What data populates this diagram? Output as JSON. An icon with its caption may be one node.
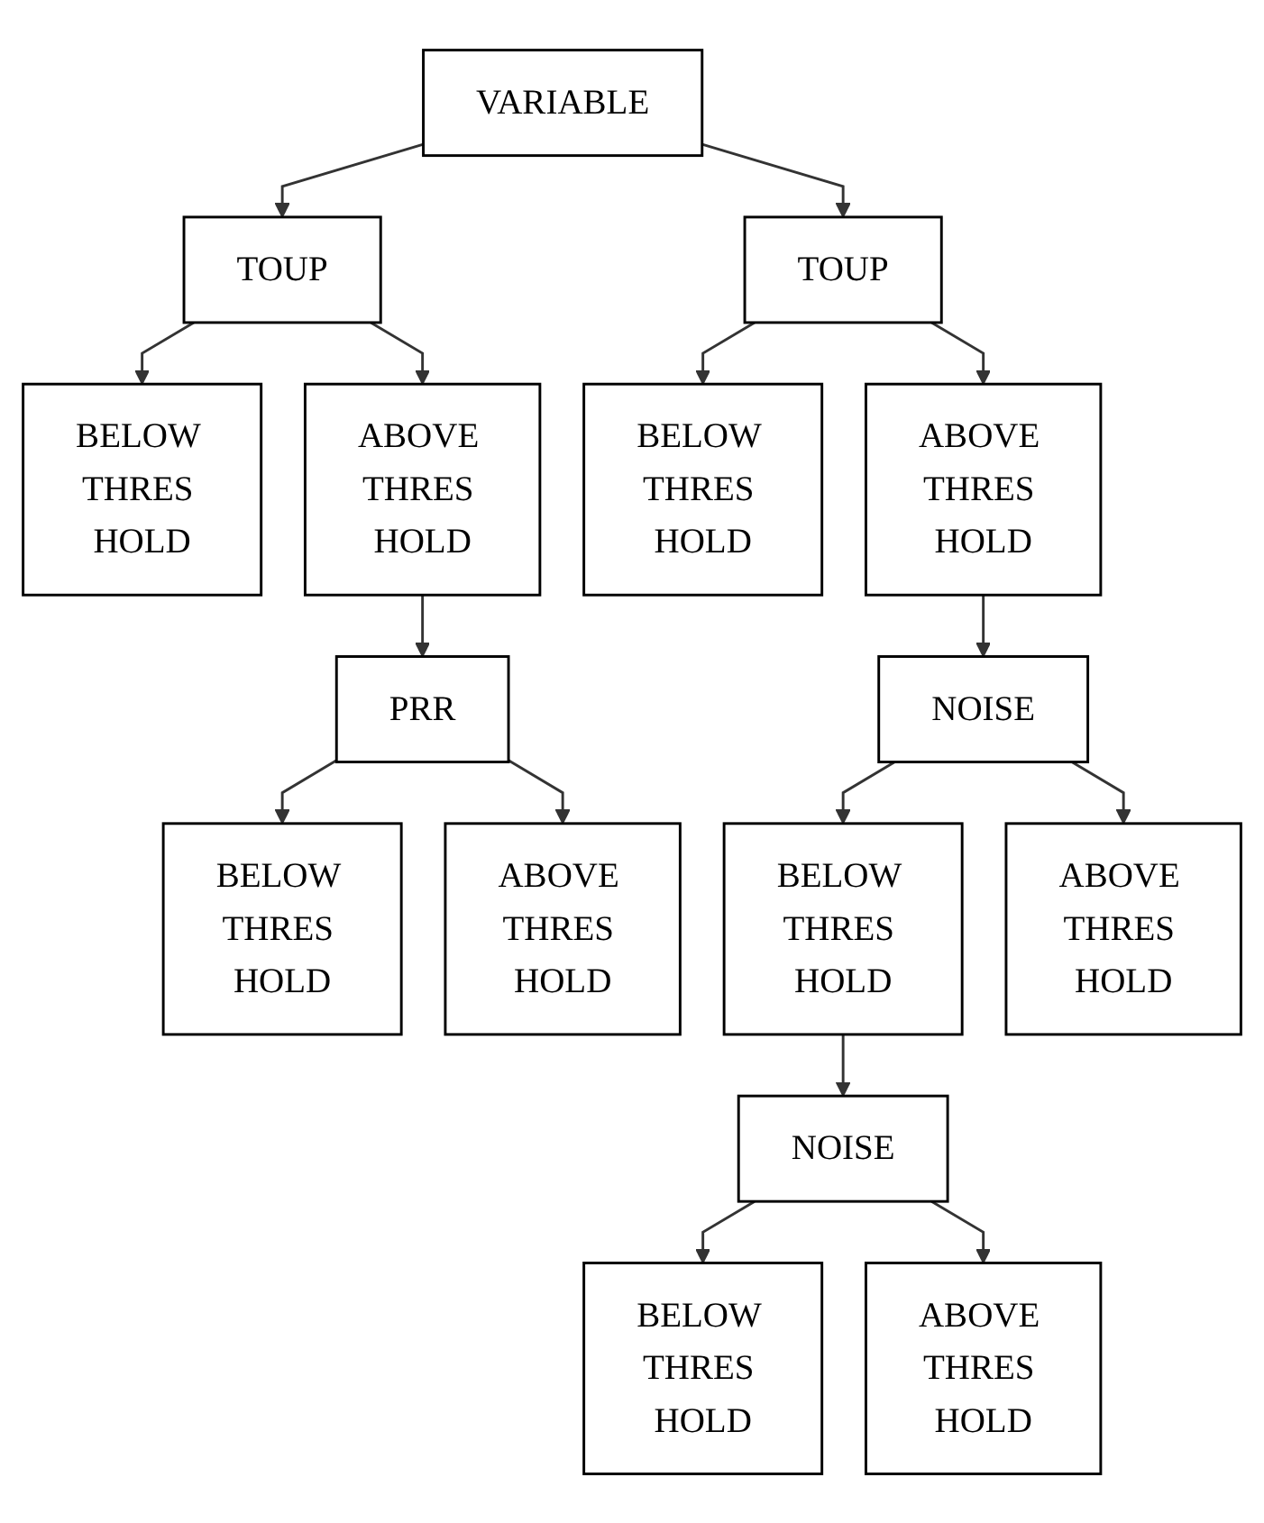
{
  "diagram": {
    "nodes": [
      {
        "text": [
          "VARIABLE"
        ]
      },
      {
        "text": [
          "TOUP"
        ]
      },
      {
        "text": [
          "TOUP"
        ]
      },
      {
        "text": [
          "BELOW THRES HOLD"
        ]
      },
      {
        "text": [
          "ABOVE THRES HOLD"
        ]
      },
      {
        "text": [
          "BELOW THRES HOLD"
        ]
      },
      {
        "text": [
          "ABOVE THRES HOLD"
        ]
      },
      {
        "text": [
          "PRR"
        ]
      },
      {
        "text": [
          "NOISE"
        ]
      },
      {
        "text": [
          "BELOW THRES HOLD"
        ]
      },
      {
        "text": [
          "ABOVE THRES HOLD"
        ]
      },
      {
        "text": [
          "BELOW THRES HOLD"
        ]
      },
      {
        "text": [
          "ABOVE THRES HOLD"
        ]
      },
      {
        "text": [
          "NOISE"
        ]
      },
      {
        "text": [
          "BELOW THRES HOLD"
        ]
      },
      {
        "text": [
          "ABOVE THRES HOLD"
        ]
      }
    ],
    "edges": [
      {
        "from": 0,
        "to": 1,
        "arrow": "to"
      },
      {
        "from": 0,
        "to": 2,
        "arrow": "to"
      },
      {
        "from": 1,
        "to": 3,
        "arrow": "to"
      },
      {
        "from": 1,
        "to": 4,
        "arrow": "to"
      },
      {
        "from": 2,
        "to": 5,
        "arrow": "to"
      },
      {
        "from": 2,
        "to": 6,
        "arrow": "to"
      },
      {
        "from": 4,
        "to": 7,
        "arrow": "to"
      },
      {
        "from": 6,
        "to": 8,
        "arrow": "to"
      },
      {
        "from": 7,
        "to": 9,
        "arrow": "to"
      },
      {
        "from": 7,
        "to": 10,
        "arrow": "to"
      },
      {
        "from": 8,
        "to": 11,
        "arrow": "to"
      },
      {
        "from": 8,
        "to": 12,
        "arrow": "to"
      },
      {
        "from": 11,
        "to": 13,
        "arrow": "to"
      },
      {
        "from": 13,
        "to": 14,
        "arrow": "to"
      },
      {
        "from": 13,
        "to": 15,
        "arrow": "to"
      }
    ]
  }
}
